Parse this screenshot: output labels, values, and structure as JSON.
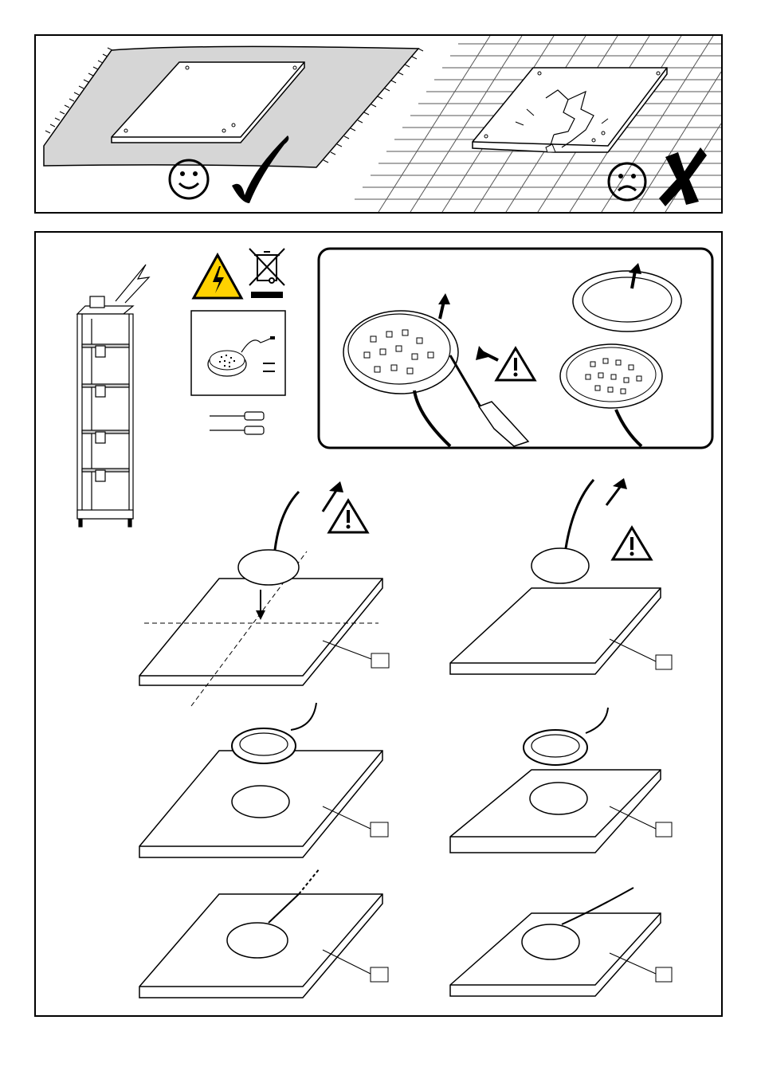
{
  "document": {
    "type": "assembly-instructions",
    "has_text": false,
    "colors": {
      "ink": "#000000",
      "carpet": "#d9d9d9",
      "warning": "#ffd200",
      "paper": "#ffffff"
    }
  },
  "top_panel": {
    "left_scene": {
      "surface": "carpet",
      "result": "ok",
      "icons": [
        "smiley-happy-icon",
        "check-mark-icon"
      ]
    },
    "right_scene": {
      "surface": "tile-floor",
      "result": "broken",
      "icons": [
        "smiley-sad-icon",
        "cross-mark-icon"
      ]
    }
  },
  "bottom_panel": {
    "symbols": [
      "electric-hazard-icon",
      "weee-crossed-bin-icon"
    ],
    "kit_contents": [
      "led-spot-light",
      "cable",
      "screws"
    ],
    "tools": [
      "phillips-screwdriver-icon",
      "flat-screwdriver-icon"
    ],
    "detail_box": {
      "steps": [
        "lift-cover-ring",
        "warning-icon"
      ]
    },
    "steps": [
      {
        "id": "mount-top-screw",
        "has_warning": true
      },
      {
        "id": "mount-shelf-screw",
        "has_warning": true
      },
      {
        "id": "attach-cover-top",
        "has_warning": false
      },
      {
        "id": "attach-cover-shelf",
        "has_warning": false
      },
      {
        "id": "finished-top",
        "has_warning": false
      },
      {
        "id": "finished-shelf",
        "has_warning": false
      }
    ]
  }
}
